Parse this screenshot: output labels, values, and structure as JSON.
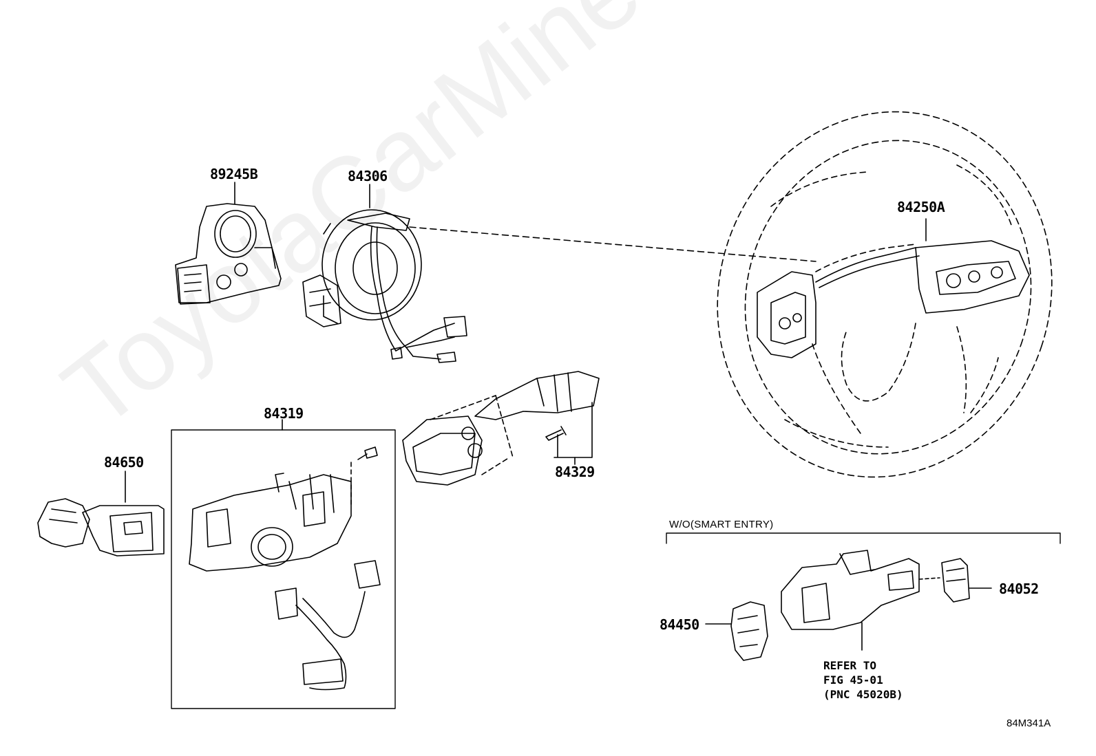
{
  "watermark": "ToyotaCarMine.ru",
  "parts": {
    "p89245B": "89245B",
    "p84306": "84306",
    "p84250A": "84250A",
    "p84319": "84319",
    "p84329": "84329",
    "p84650": "84650",
    "p84450": "84450",
    "p84052": "84052"
  },
  "condition_label": "W/O(SMART ENTRY)",
  "refer_note": {
    "line1": "REFER TO",
    "line2": "FIG 45-01",
    "line3": "(PNC 45020B)"
  },
  "figure_code": "84M341A"
}
